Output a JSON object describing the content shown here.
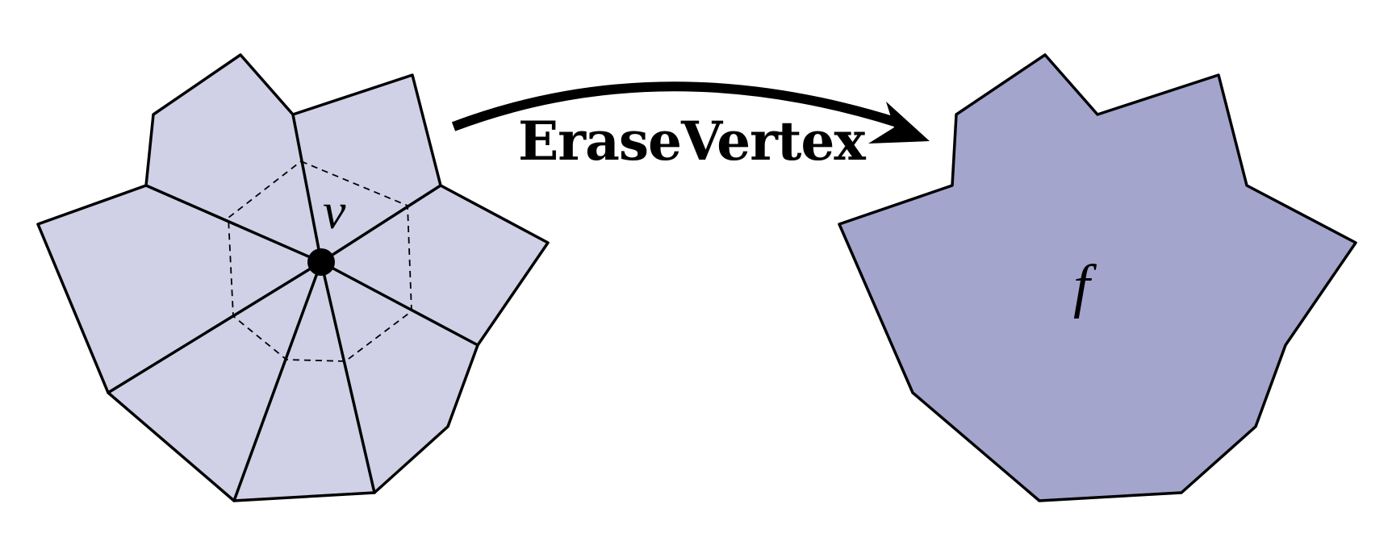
{
  "operation": {
    "label": "EraseVertex"
  },
  "before": {
    "vertex_label": "v",
    "face_fill": "#d0d1e6",
    "edge_color": "#000000",
    "dual_color": "#000000"
  },
  "after": {
    "face_label": "f",
    "face_fill": "#a4a5cd",
    "edge_color": "#000000"
  },
  "arrow": {
    "color": "#000000",
    "direction": "left-to-right"
  }
}
